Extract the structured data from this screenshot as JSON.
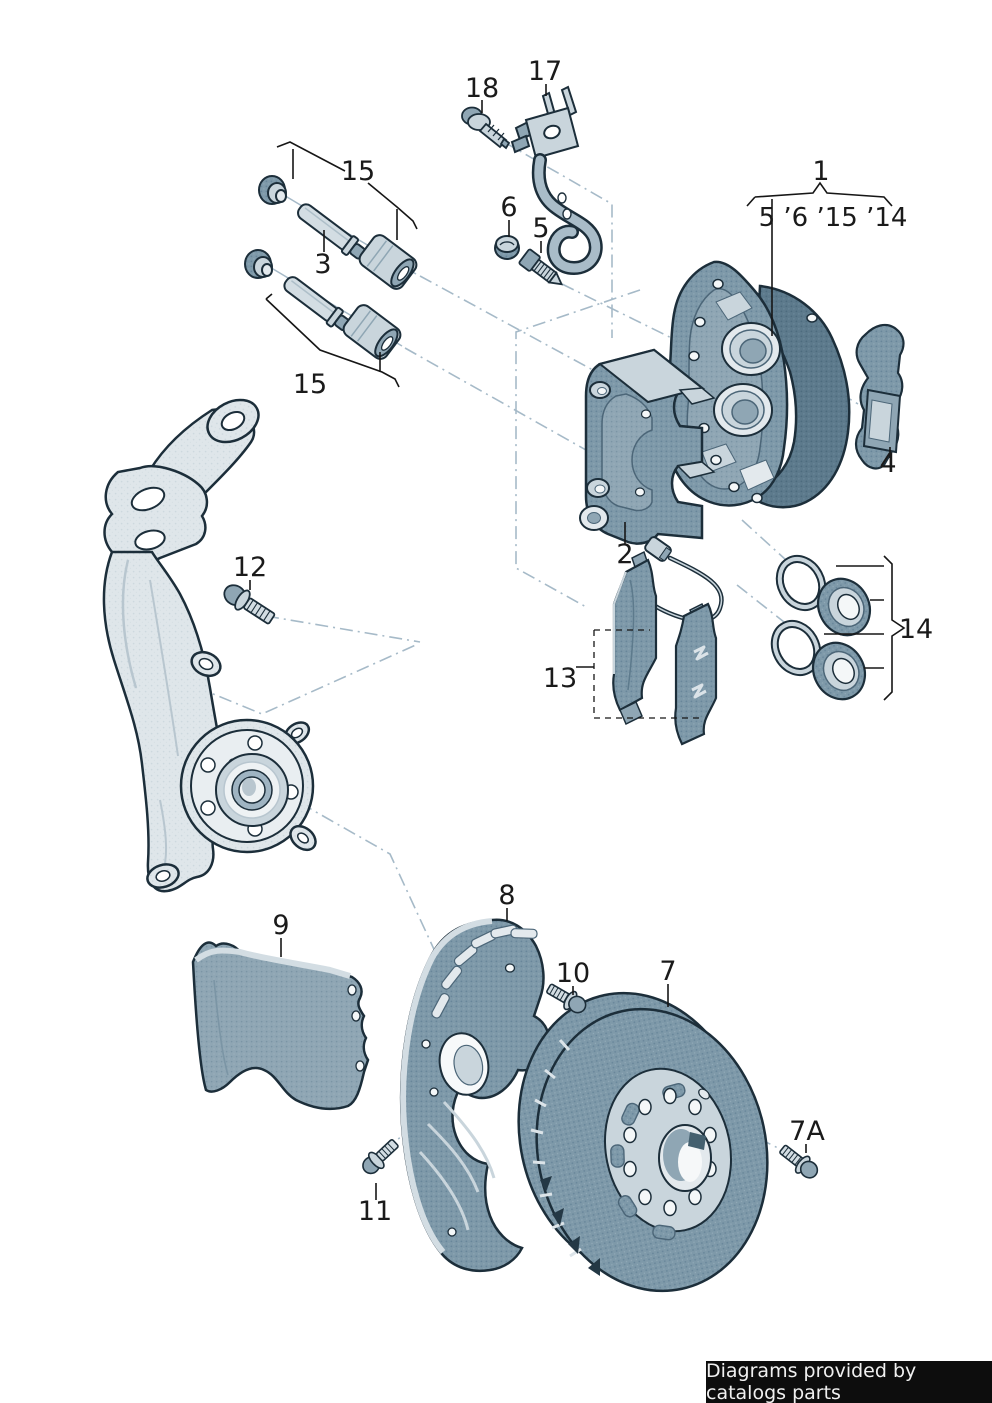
{
  "diagram": {
    "type": "exploded-parts-diagram",
    "subject": "front brake assembly",
    "callouts": {
      "c18": "18",
      "c17": "17",
      "c15_top": "15",
      "c3": "3",
      "c15_bottom": "15",
      "c6": "6",
      "c5": "5",
      "c1": "1",
      "c1_sub": "5 ’6 ’15 ’14",
      "c4": "4",
      "c2": "2",
      "c13": "13",
      "c14": "14",
      "c12": "12",
      "c9": "9",
      "c8": "8",
      "c10": "10",
      "c7": "7",
      "c11": "11",
      "c7a": "7A"
    },
    "colors": {
      "outline": "#1c2e3a",
      "part_dark": "#5d7a8c",
      "part_mid": "#7e99a9",
      "part_mid2": "#8fa6b4",
      "part_light": "#c9d5dc",
      "knuckle_light": "#dfe6ea",
      "axis_line": "#a6bac8",
      "label_color": "#1a1a1a",
      "footer_bg": "#0d0d0d",
      "footer_text": "#f0f0f0"
    }
  },
  "footer": {
    "text": "Diagrams provided by catalogs parts"
  }
}
